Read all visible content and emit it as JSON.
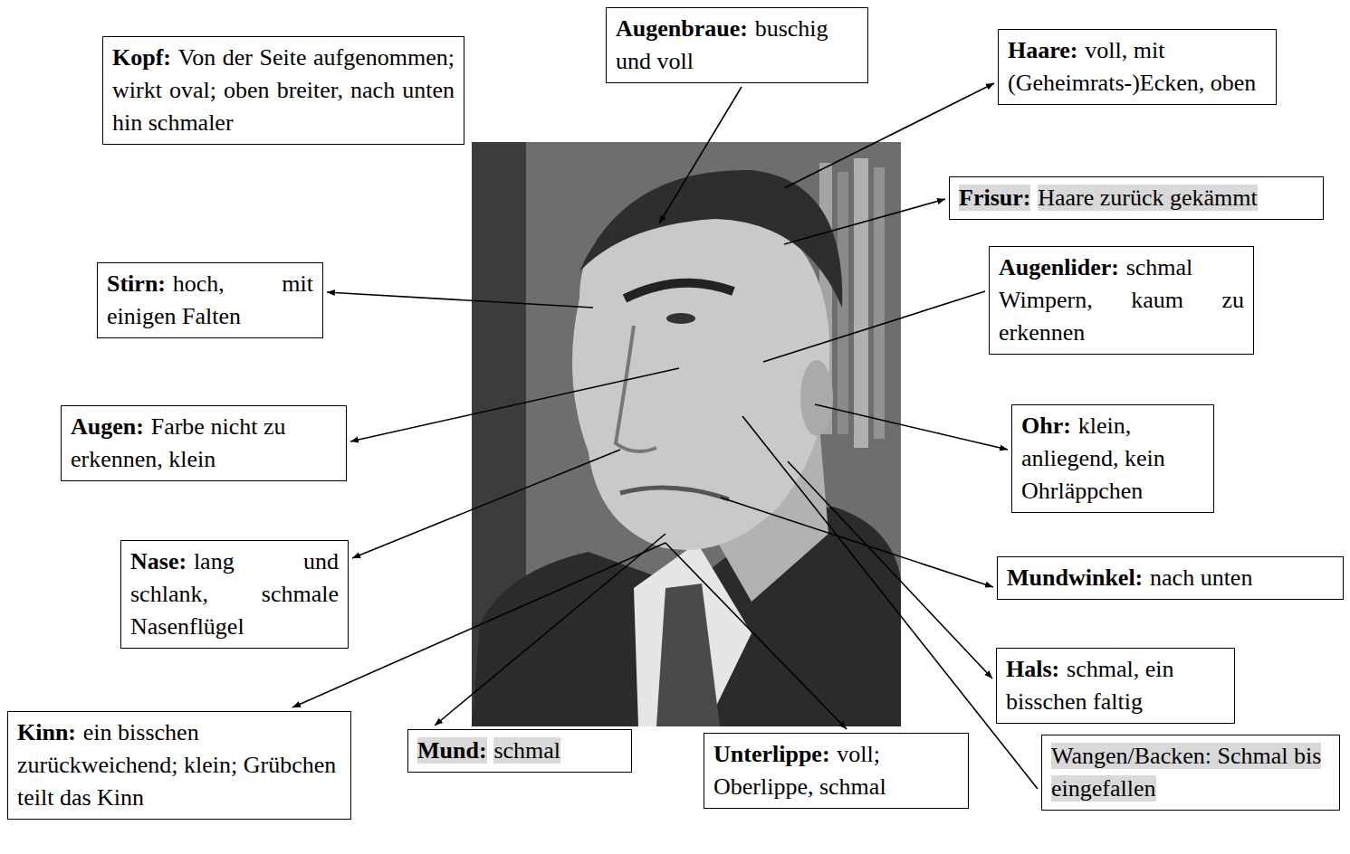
{
  "diagram": {
    "nodes": [
      {
        "text": [
          "Kopf:",
          "Von der Seite aufgenommen; wirkt oval; oben breiter, nach unten hin schmaler"
        ]
      },
      {
        "text": [
          "Augenbraue:",
          "buschig und voll"
        ]
      },
      {
        "text": [
          "Haare:",
          "voll, mit (Geheimrats-)Ecken, oben"
        ]
      },
      {
        "text": [
          "Frisur:",
          "Haare zurück gekämmt"
        ]
      },
      {
        "text": [
          "Stirn:",
          "hoch, mit einigen Falten"
        ]
      },
      {
        "text": [
          "Augenlider:",
          "schmal Wimpern, kaum zu erkennen"
        ]
      },
      {
        "text": [
          "Augen:",
          "Farbe nicht zu erkennen, klein"
        ]
      },
      {
        "text": [
          "Ohr:",
          "klein, anliegend, kein Ohrläppchen"
        ]
      },
      {
        "text": [
          "Nase:",
          "lang und schlank, schmale Nasenflügel"
        ]
      },
      {
        "text": [
          "Mundwinkel:",
          "nach unten"
        ]
      },
      {
        "text": [
          "Hals:",
          "schmal, ein bisschen faltig"
        ]
      },
      {
        "text": [
          "Kinn:",
          "ein bisschen zurückweichend; klein; Grübchen teilt das Kinn"
        ]
      },
      {
        "text": [
          "Mund:",
          "schmal"
        ]
      },
      {
        "text": [
          "Unterlippe:",
          "voll; Oberlippe, schmal"
        ]
      },
      {
        "text": [
          "Wangen/Backen: Schmal bis eingefallen"
        ]
      }
    ]
  }
}
